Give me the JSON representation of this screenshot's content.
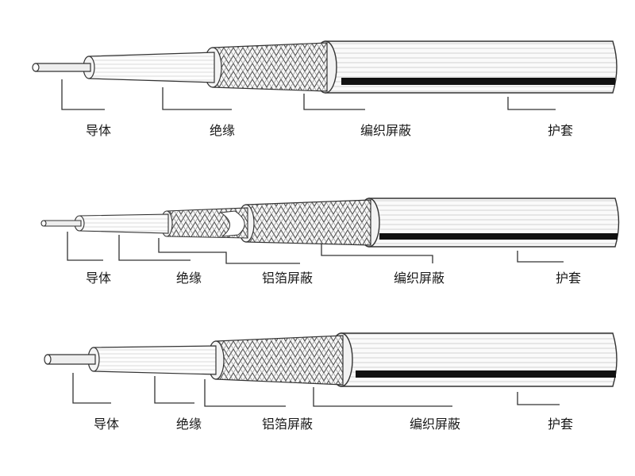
{
  "diagrams": [
    {
      "labels": [
        "导体",
        "绝缘",
        "编织屏蔽",
        "护套"
      ]
    },
    {
      "labels": [
        "导体",
        "绝缘",
        "铝箔屏蔽",
        "编织屏蔽",
        "护套"
      ]
    },
    {
      "labels": [
        "导体",
        "绝缘",
        "铝箔屏蔽",
        "编织屏蔽",
        "护套"
      ]
    }
  ],
  "colors": {
    "line": "#333333",
    "jacket_stripe": "#111111",
    "braid": "#555555",
    "background": "#ffffff"
  }
}
